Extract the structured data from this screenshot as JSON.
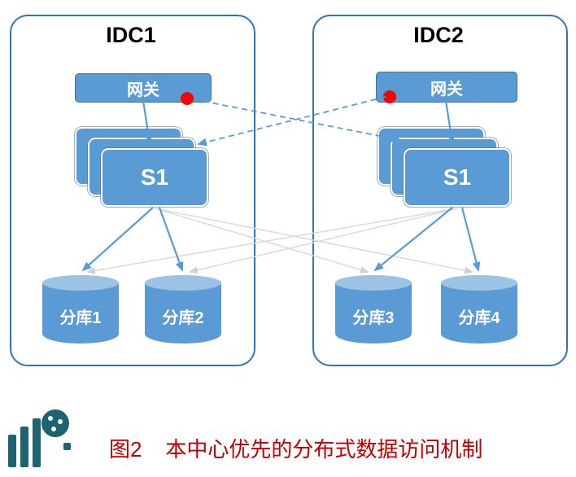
{
  "figure": {
    "caption": "图2    本中心优先的分布式数据访问机制"
  },
  "colors": {
    "node_fill": "#5B9BD5",
    "node_border": "#2E75B6",
    "cylinder_top": "#9CC2E5",
    "dashed_link": "#5B9BD5",
    "remote_link": "#D8DBDE",
    "red_dot": "#FF0000",
    "caption_text": "#C00000",
    "logo": "#1E6370"
  },
  "idc1": {
    "title": "IDC1",
    "gateway_label": "网关",
    "server_label": "S1",
    "databases": [
      "分库1",
      "分库2"
    ]
  },
  "idc2": {
    "title": "IDC2",
    "gateway_label": "网关",
    "server_label": "S1",
    "databases": [
      "分库3",
      "分库4"
    ]
  }
}
